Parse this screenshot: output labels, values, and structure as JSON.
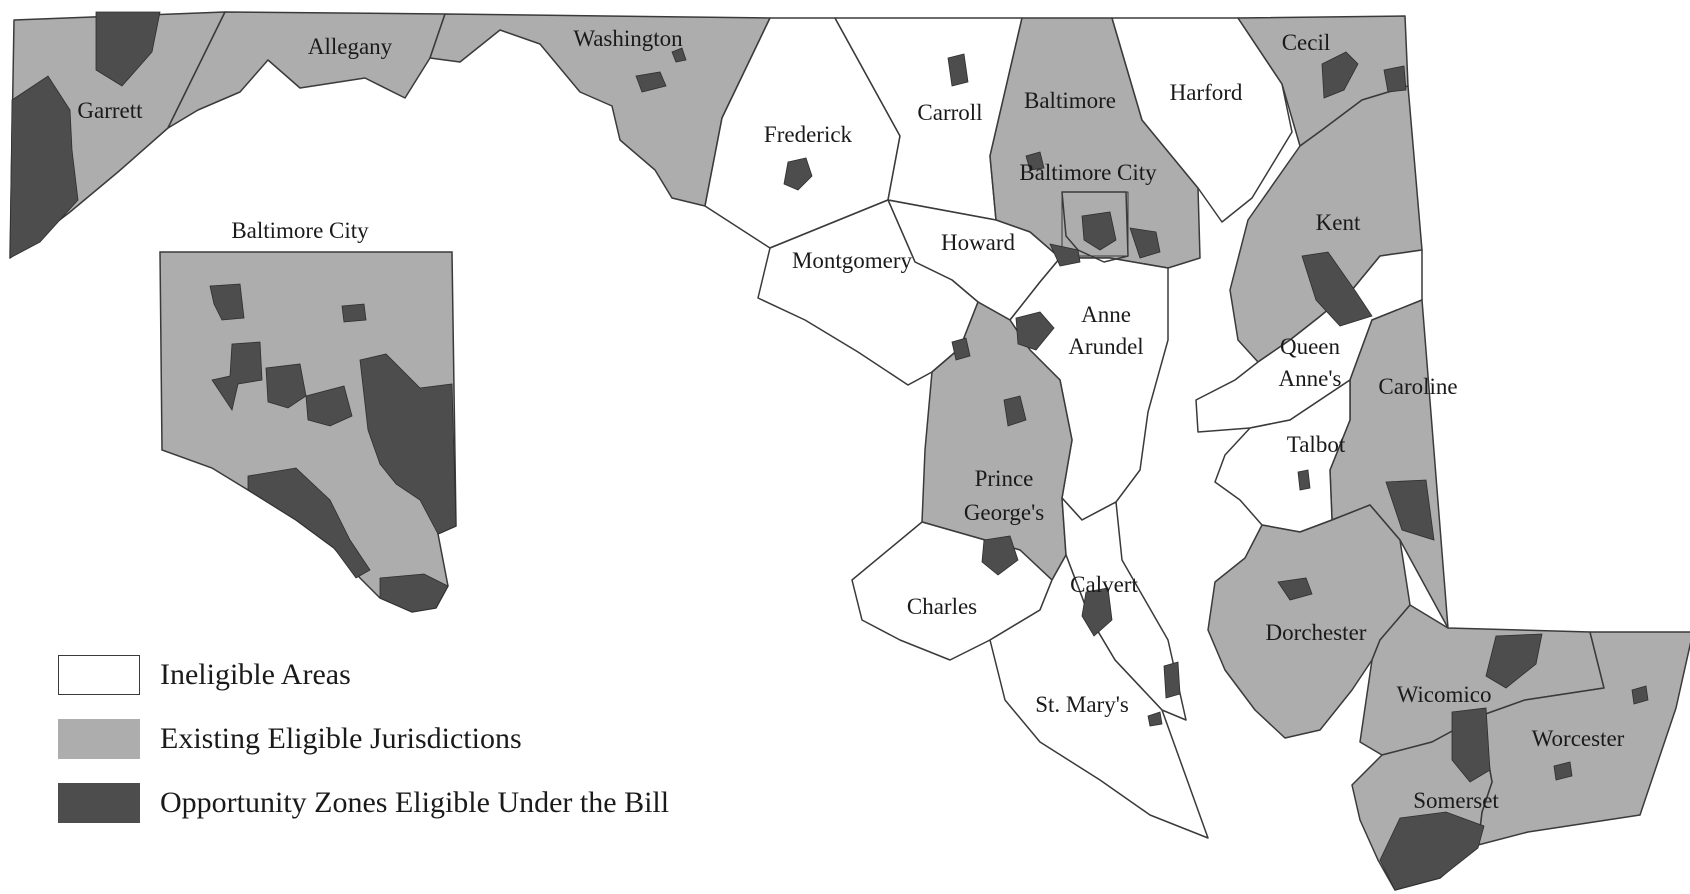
{
  "colors": {
    "ineligible": "#ffffff",
    "existing_eligible": "#adadad",
    "opportunity_zone": "#4d4d4d",
    "border": "#3a3a3a"
  },
  "counties": {
    "garrett": {
      "label": "Garrett",
      "status": "existing_eligible"
    },
    "allegany": {
      "label": "Allegany",
      "status": "existing_eligible"
    },
    "washington": {
      "label": "Washington",
      "status": "existing_eligible"
    },
    "frederick": {
      "label": "Frederick",
      "status": "ineligible"
    },
    "carroll": {
      "label": "Carroll",
      "status": "ineligible"
    },
    "baltimore": {
      "label": "Baltimore",
      "status": "existing_eligible"
    },
    "harford": {
      "label": "Harford",
      "status": "ineligible"
    },
    "cecil": {
      "label": "Cecil",
      "status": "existing_eligible"
    },
    "baltimore_city": {
      "label": "Baltimore City",
      "status": "existing_eligible"
    },
    "howard": {
      "label": "Howard",
      "status": "ineligible"
    },
    "montgomery": {
      "label": "Montgomery",
      "status": "ineligible"
    },
    "kent": {
      "label": "Kent",
      "status": "existing_eligible"
    },
    "anne_arundel": {
      "label_line1": "Anne",
      "label_line2": "Arundel",
      "status": "ineligible"
    },
    "queen_annes": {
      "label_line1": "Queen",
      "label_line2": "Anne's",
      "status": "ineligible"
    },
    "caroline": {
      "label": "Caroline",
      "status": "existing_eligible"
    },
    "talbot": {
      "label": "Talbot",
      "status": "ineligible"
    },
    "prince_georges": {
      "label_line1": "Prince",
      "label_line2": "George's",
      "status": "existing_eligible"
    },
    "calvert": {
      "label": "Calvert",
      "status": "ineligible"
    },
    "charles": {
      "label": "Charles",
      "status": "ineligible"
    },
    "st_marys": {
      "label": "St. Mary's",
      "status": "ineligible"
    },
    "dorchester": {
      "label": "Dorchester",
      "status": "existing_eligible"
    },
    "wicomico": {
      "label": "Wicomico",
      "status": "existing_eligible"
    },
    "worcester": {
      "label": "Worcester",
      "status": "existing_eligible"
    },
    "somerset": {
      "label": "Somerset",
      "status": "existing_eligible"
    }
  },
  "inset": {
    "title": "Baltimore City"
  },
  "legend": [
    {
      "label": "Ineligible Areas",
      "category": "ineligible"
    },
    {
      "label": "Existing Eligible Jurisdictions",
      "category": "existing_eligible"
    },
    {
      "label": "Opportunity Zones Eligible Under the Bill",
      "category": "opportunity_zone"
    }
  ]
}
